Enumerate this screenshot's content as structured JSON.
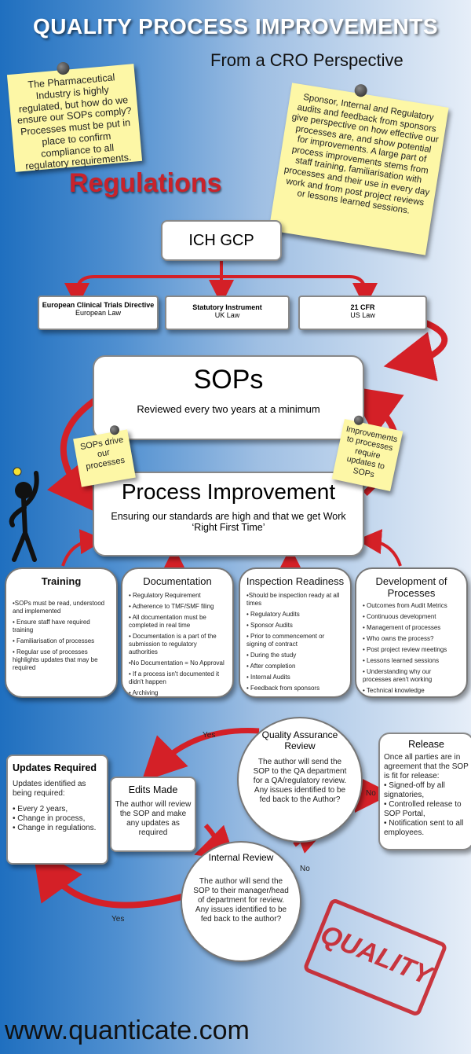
{
  "header": {
    "title": "QUALITY PROCESS IMPROVEMENTS",
    "subtitle": "From a CRO Perspective"
  },
  "notes": {
    "left": "The Pharmaceutical Industry is highly regulated, but how do we ensure our SOPs comply? Processes must be put in place to confirm compliance to all regulatory requirements.",
    "right": "Sponsor, Internal and Regulatory audits and feedback from sponsors give perspective on how effective our processes are, and show potential for improvements. A large part of process improvements stems from staff training, familiarisation with processes and their use in every day work and from post project reviews or lessons learned sessions.",
    "sops_drive": "SOPs drive our processes",
    "improvements": "Improvements to processes require updates to SOPs"
  },
  "regulations": {
    "heading": "Regulations",
    "ich": "ICH GCP",
    "items": [
      {
        "title": "European Clinical Trials Directive",
        "sub": "European Law"
      },
      {
        "title": "Statutory Instrument",
        "sub": "UK Law"
      },
      {
        "title": "21 CFR",
        "sub": "US Law"
      }
    ]
  },
  "sops": {
    "title": "SOPs",
    "desc": "Reviewed every two years at a minimum"
  },
  "process": {
    "title": "Process Improvement",
    "desc": "Ensuring our standards are high and that we get Work ‘Right First Time’"
  },
  "cards": [
    {
      "title": "Training",
      "items": [
        "•SOPs must be read, understood and implemented",
        "• Ensure staff have required training",
        "• Familiarisation of processes",
        "• Regular use of processes highlights updates that may be required"
      ]
    },
    {
      "title": "Documentation",
      "items": [
        "• Regulatory Requirement",
        "• Adherence to TMF/SMF filing",
        "• All documentation must be completed in real time",
        "• Documentation is a part of the submission to regulatory authorities",
        "•No Documentation = No Approval",
        "• If a process isn't documented it didn't happen",
        "• Archiving"
      ]
    },
    {
      "title": "Inspection Readiness",
      "items": [
        "•Should be inspection ready at all times",
        "• Regulatory Audits",
        "• Sponsor Audits",
        "• Prior to commencement or signing of contract",
        "• During the study",
        "• After completion",
        "• Internal Audits",
        "• Feedback from sponsors"
      ]
    },
    {
      "title": "Development of Processes",
      "items": [
        "• Outcomes from Audit Metrics",
        "• Continuous development",
        "• Management of processes",
        "• Who owns the process?",
        "• Post project review meetings",
        "• Lessons learned sessions",
        "• Understanding why our processes aren't working",
        "• Technical knowledge"
      ]
    }
  ],
  "cycle": {
    "updates": {
      "title": "Updates Required",
      "intro": "Updates identified as being required:",
      "items": [
        "• Every 2 years,",
        "• Change in process,",
        "• Change in regulations."
      ]
    },
    "edits": {
      "title": "Edits Made",
      "desc": "The author will review the SOP and make any updates as required"
    },
    "internal": {
      "title": "Internal Review",
      "desc": "The author will send the SOP to their manager/head of department for review. Any issues identified to be fed back to the author?"
    },
    "qa": {
      "title": "Quality Assurance Review",
      "desc": "The author will send the SOP to the QA department for a QA/regulatory review. Any issues identified to be fed back to the Author?"
    },
    "release": {
      "title": "Release",
      "intro": "Once all parties are in agreement that the SOP is fit for release:",
      "items": [
        "• Signed-off by all signatories,",
        "• Controlled release to SOP Portal,",
        "• Notification sent to all employees."
      ]
    },
    "labels": {
      "yes_top": "Yes",
      "no_qa": "No",
      "no_internal": "No",
      "yes_bottom": "Yes"
    }
  },
  "stamp": "QUALITY",
  "footer": "www.quanticate.com",
  "colors": {
    "accent_red": "#c8232b",
    "note_yellow": "#fdf7a6",
    "bg_blue": "#1f6fbf"
  }
}
